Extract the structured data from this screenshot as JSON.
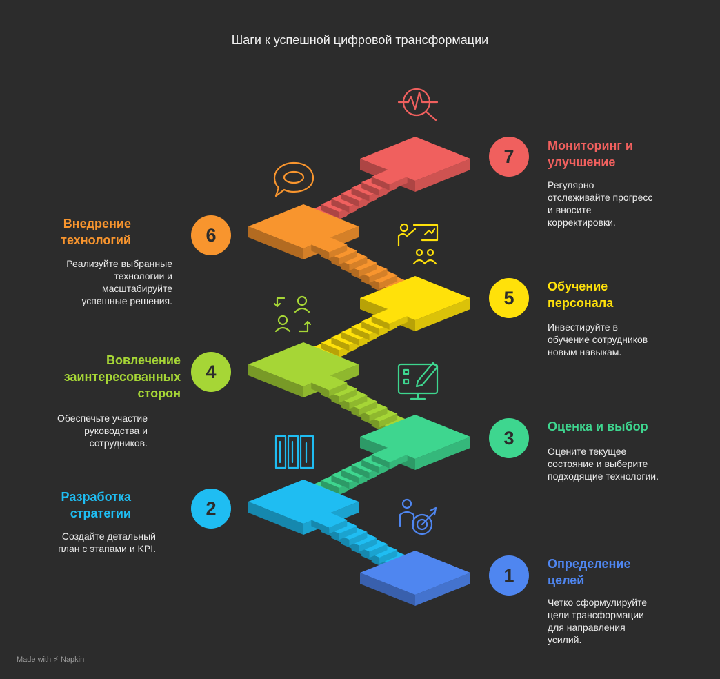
{
  "title": "Шаги к успешной цифровой трансформации",
  "steps": [
    {
      "number": "1",
      "title": "Определение\nцелей",
      "text": "Четко сформулируйте\nцели трансформации\nдля направления\nусилий.",
      "color": "#4f86f0",
      "icon": "target-person-icon"
    },
    {
      "number": "2",
      "title": "Разработка\nстратегии",
      "text": "Создайте детальный\nплан с этапами и KPI.",
      "color": "#1fbdf2",
      "icon": "roadmap-columns-icon"
    },
    {
      "number": "3",
      "title": "Оценка и выбор",
      "text": "Оцените текущее\nсостояние и выберите\nподходящие технологии.",
      "color": "#3ed68f",
      "icon": "checklist-monitor-icon"
    },
    {
      "number": "4",
      "title": "Вовлечение\nзаинтересованных\nсторон",
      "text": "Обеспечьте участие\nруководства и\nсотрудников.",
      "color": "#a6d636",
      "icon": "people-exchange-icon"
    },
    {
      "number": "5",
      "title": "Обучение\nперсонала",
      "text": "Инвестируйте в\nобучение сотрудников\nновым навыкам.",
      "color": "#ffe10a",
      "icon": "presentation-teacher-icon"
    },
    {
      "number": "6",
      "title": "Внедрение\nтехнологий",
      "text": "Реализуйте выбранные\nтехнологии и\nмасштабируйте\nуспешные решения.",
      "color": "#f8952e",
      "icon": "speech-bubble-icon"
    },
    {
      "number": "7",
      "title": "Мониторинг и\nулучшение",
      "text": "Регулярно\nотслеживайте прогресс\nи вносите\nкорректировки.",
      "color": "#f0605e",
      "icon": "pulse-magnifier-icon"
    }
  ],
  "footer": {
    "made_with": "Made with",
    "brand": "Napkin"
  }
}
